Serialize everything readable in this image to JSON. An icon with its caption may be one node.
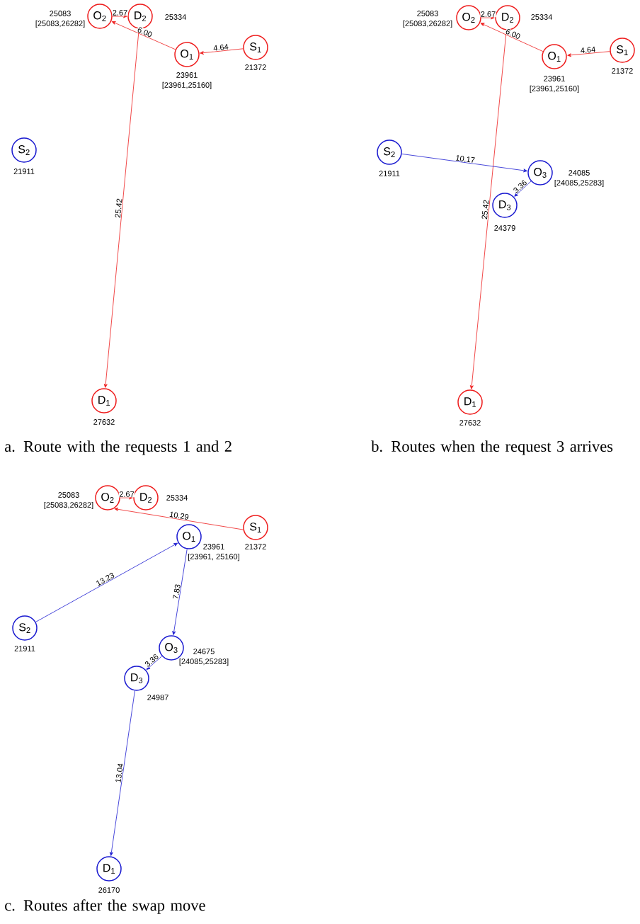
{
  "diagram": {
    "nodes": [
      {
        "text": [
          "O$_{2}$"
        ],
        "beside": [
          "25083",
          "[25083,26282]"
        ]
      },
      {
        "text": [
          "D$_{2}$"
        ],
        "beside": [
          "25334"
        ]
      },
      {
        "text": [
          "O$_{1}$"
        ],
        "beside": [
          "23961",
          "[23961,25160]"
        ]
      },
      {
        "text": [
          "S$_{1}$"
        ],
        "beside": [
          "21372"
        ]
      },
      {
        "text": [
          "S$_{2}$"
        ],
        "beside": [
          "21911"
        ]
      },
      {
        "text": [
          "D$_{1}$"
        ],
        "beside": [
          "27632"
        ]
      },
      {
        "text": [
          "O$_{2}$"
        ],
        "beside": [
          "25083",
          "[25083,26282]"
        ]
      },
      {
        "text": [
          "D$_{2}$"
        ],
        "beside": [
          "25334"
        ]
      },
      {
        "text": [
          "O$_{1}$"
        ],
        "beside": [
          "23961",
          "[23961,25160]"
        ]
      },
      {
        "text": [
          "S$_{1}$"
        ],
        "beside": [
          "21372"
        ]
      },
      {
        "text": [
          "S$_{2}$"
        ],
        "beside": [
          "21911"
        ]
      },
      {
        "text": [
          "O$_{3}$"
        ],
        "beside": [
          "24085",
          "[24085,25283]"
        ]
      },
      {
        "text": [
          "D$_{3}$"
        ],
        "beside": [
          "24379"
        ]
      },
      {
        "text": [
          "D$_{1}$"
        ],
        "beside": [
          "27632"
        ]
      },
      {
        "text": [
          "O$_{2}$"
        ],
        "beside": [
          "25083",
          "[25083,26282]"
        ]
      },
      {
        "text": [
          "D$_{2}$"
        ],
        "beside": [
          "25334"
        ]
      },
      {
        "text": [
          "O$_{1}$"
        ],
        "beside": [
          "23961",
          "[23961, 25160]"
        ]
      },
      {
        "text": [
          "S$_{1}$"
        ],
        "beside": [
          "21372"
        ]
      },
      {
        "text": [
          "S$_{2}$"
        ],
        "beside": [
          "21911"
        ]
      },
      {
        "text": [
          "O$_{3}$"
        ],
        "beside": [
          "24675",
          "[24085,25283]"
        ]
      },
      {
        "text": [
          "D$_{3}$"
        ],
        "beside": [
          "24987"
        ]
      },
      {
        "text": [
          "D$_{1}$"
        ],
        "beside": [
          "26170"
        ]
      }
    ],
    "edges": [
      {
        "from": 3,
        "to": 2,
        "arrow": "to",
        "label": "4.64"
      },
      {
        "from": 2,
        "to": 0,
        "arrow": "to",
        "label": "6.00"
      },
      {
        "from": 0,
        "to": 1,
        "arrow": "to",
        "label": "2.67"
      },
      {
        "from": 1,
        "to": 5,
        "arrow": "to",
        "label": "25.42"
      },
      {
        "from": 9,
        "to": 8,
        "arrow": "to",
        "label": "4.64"
      },
      {
        "from": 8,
        "to": 6,
        "arrow": "to",
        "label": "6.00"
      },
      {
        "from": 6,
        "to": 7,
        "arrow": "to",
        "label": "2.67"
      },
      {
        "from": 7,
        "to": 13,
        "arrow": "to",
        "label": "25.42"
      },
      {
        "from": 10,
        "to": 11,
        "arrow": "to",
        "label": "10.17",
        "color": "#1a1ad0"
      },
      {
        "from": 11,
        "to": 12,
        "arrow": "to",
        "label": "3.36",
        "color": "#1a1ad0"
      },
      {
        "from": 17,
        "to": 14,
        "arrow": "to",
        "label": "10.29"
      },
      {
        "from": 14,
        "to": 15,
        "arrow": "to",
        "label": "2.67"
      },
      {
        "from": 18,
        "to": 16,
        "arrow": "to",
        "label": "13.23",
        "color": "#1a1ad0"
      },
      {
        "from": 16,
        "to": 19,
        "arrow": "to",
        "label": "7.83",
        "color": "#1a1ad0"
      },
      {
        "from": 19,
        "to": 20,
        "arrow": "to",
        "label": "3.36",
        "color": "#1a1ad0"
      },
      {
        "from": 20,
        "to": 21,
        "arrow": "to",
        "label": "13.04",
        "color": "#1a1ad0"
      }
    ],
    "labels": [
      "a. Route with the requests 1 and 2",
      "b. Routes when the request 3 arrives",
      "c. Routes after the swap move"
    ]
  }
}
